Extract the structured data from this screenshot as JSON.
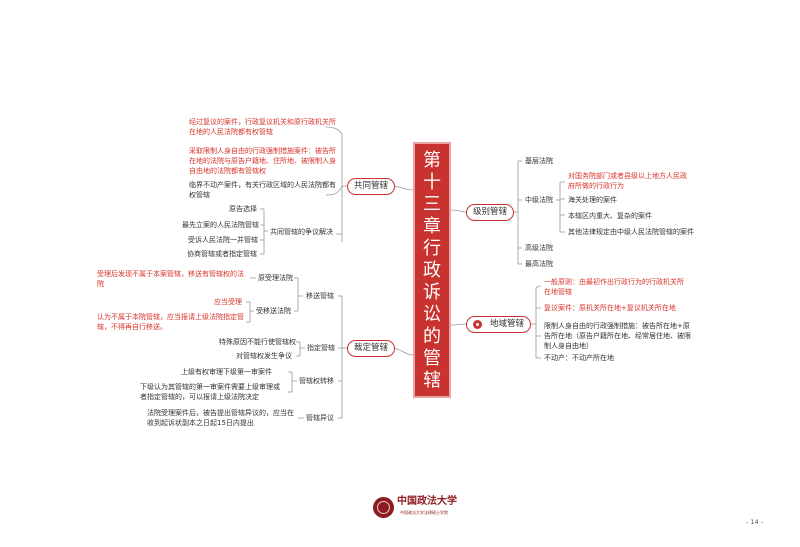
{
  "center": {
    "title": "第十三章\n行政诉讼的管辖"
  },
  "branches": {
    "gongtong": "共同管辖",
    "jibie": "级别管辖",
    "diyu": "地域管辖",
    "caiding": "裁定管辖"
  },
  "gongtong": {
    "n1": "经过复议的案件，行政复议机关和原行政机关所在地的人民法院都有权管辖",
    "n2": "采取限制人身自由的行政强制措施案件：被告所在地的法院与原告户籍地、住所地、被限制人身自由地的法院都有管辖权",
    "n3": "临界不动产案件，有关行政区域的人民法院都有权管辖",
    "dispute": {
      "label": "共同管辖的争议解决",
      "items": [
        "原告选择",
        "最先立案的人民法院管辖",
        "受诉人民法院一并管辖",
        "协商管辖或者指定管辖"
      ]
    }
  },
  "jibie": {
    "jiceng": "基层法院",
    "zhongji": {
      "label": "中级法院",
      "items": [
        "对国务院部门或者县级以上地方人民政府所做的行政行为",
        "海关处理的案件",
        "本辖区内重大、复杂的案件",
        "其他法律规定由中级人民法院管辖的案件"
      ]
    },
    "gaoji": "高级法院",
    "zuigao": "最高法院"
  },
  "diyu": {
    "n1": "一般原则：由最初作出行政行为的行政机关所在地管辖",
    "n2": "复议案件：原机关所在地+复议机关所在地",
    "n3": "限制人身自由的行政强制措施：被告所在地+原告所在地（原告户籍所在地、经常居住地、被限制人身自由地）",
    "n4": "不动产：不动产所在地"
  },
  "caiding": {
    "yisong": {
      "label": "移送管辖",
      "yuanshou": "原受理法院",
      "yuanshou_note": "受理后发现不属于本案管辖，移送有管辖权的法院",
      "shouyisong": "受移送法院",
      "shouyisong_n1": "应当受理",
      "shouyisong_n2": "认为不属于本院管辖，应当报请上级法院指定管辖，不得再自行移送。"
    },
    "zhiding": {
      "label": "指定管辖",
      "items": [
        "特殊原因不能行使管辖权",
        "对管辖权发生争议"
      ]
    },
    "zhuanyi": {
      "label": "管辖权转移",
      "items": [
        "上级有权审理下级第一审案件",
        "下级认为其管辖的第一审案件需要上级审理或者指定管辖的，可以报请上级法院决定"
      ]
    },
    "yiyi": {
      "label": "管辖异议",
      "text": "法院受理案件后，被告提出管辖异议的，应当在收到起诉状副本之日起15日内提出"
    }
  },
  "footer": {
    "logo_text": "中国政法大学",
    "logo_sub": "中国政法大学法律硕士学院",
    "page": "- 14 -"
  },
  "colors": {
    "accent": "#c8322f",
    "line": "#9a9a9a",
    "note_red": "#d9342b"
  }
}
